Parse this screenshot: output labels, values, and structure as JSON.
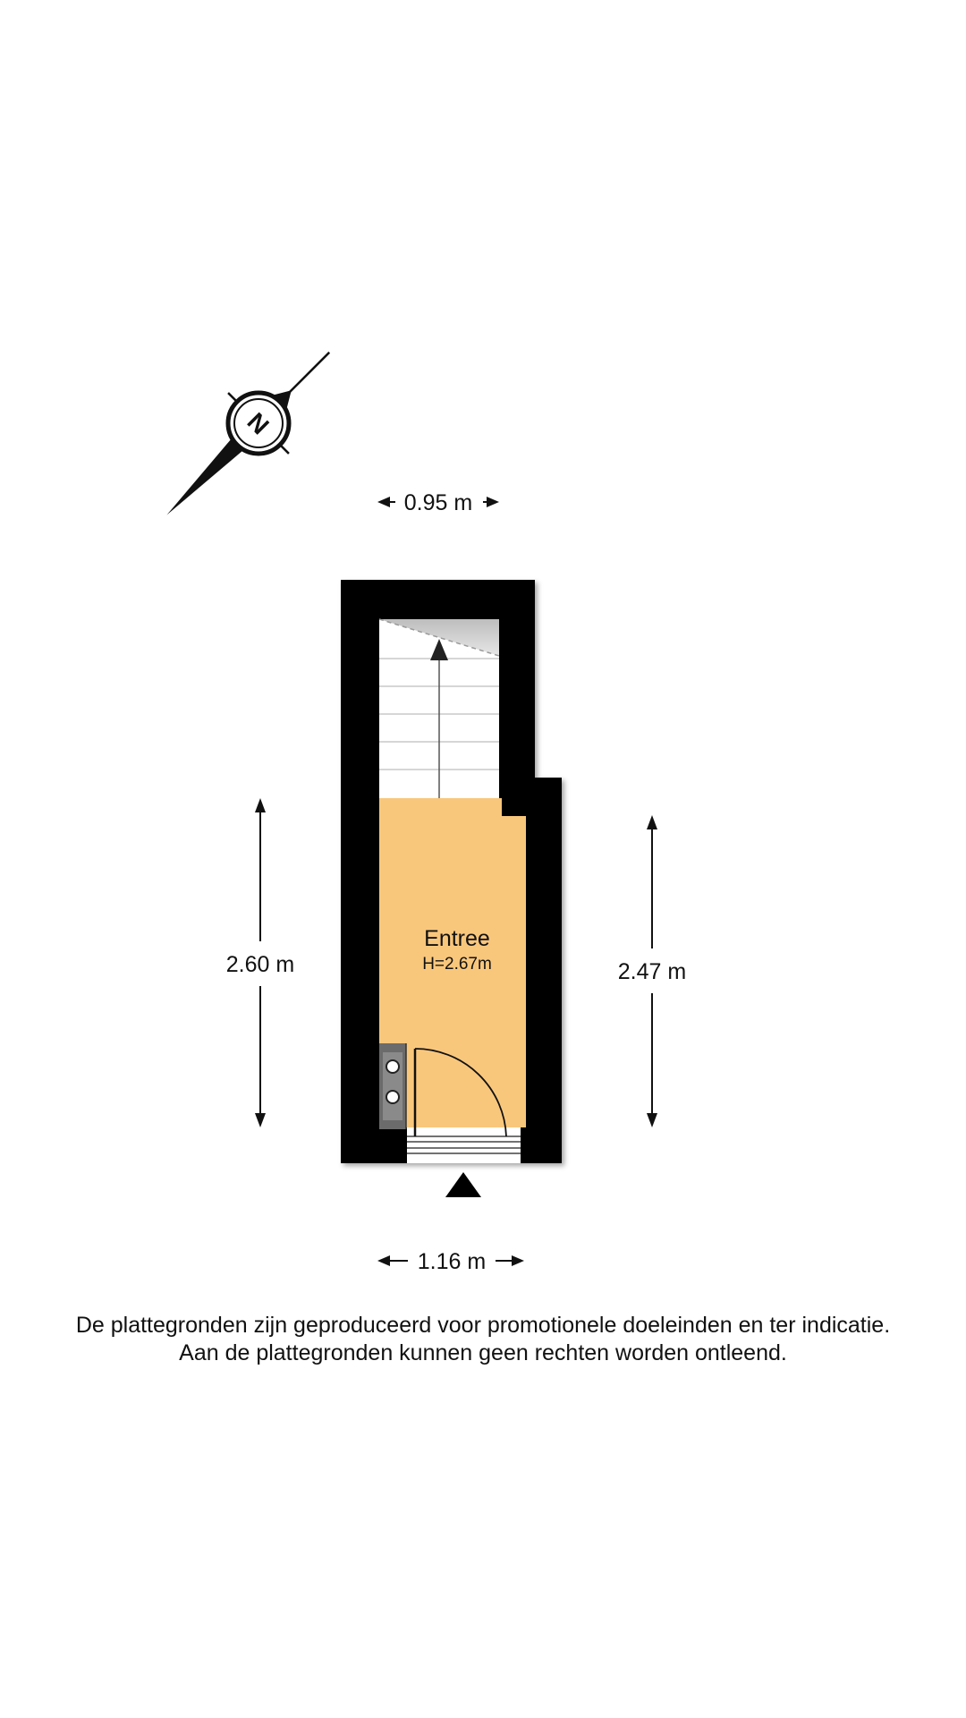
{
  "room": {
    "name": "Entree",
    "height_label": "H=2.67m"
  },
  "dimensions": {
    "top_width": "0.95 m",
    "bottom_width": "1.16 m",
    "left_length": "2.60 m",
    "right_length": "2.47 m"
  },
  "compass": {
    "letter": "N"
  },
  "colors": {
    "wall": "#000000",
    "floor": "#f9c77c",
    "stair_tread": "#ffffff",
    "stair_line": "#c8c8c8",
    "text": "#111111"
  },
  "disclaimer": {
    "line1": "De plattegronden zijn geproduceerd voor promotionele doeleinden en ter indicatie.",
    "line2": "Aan de plattegronden kunnen geen rechten worden ontleend."
  }
}
